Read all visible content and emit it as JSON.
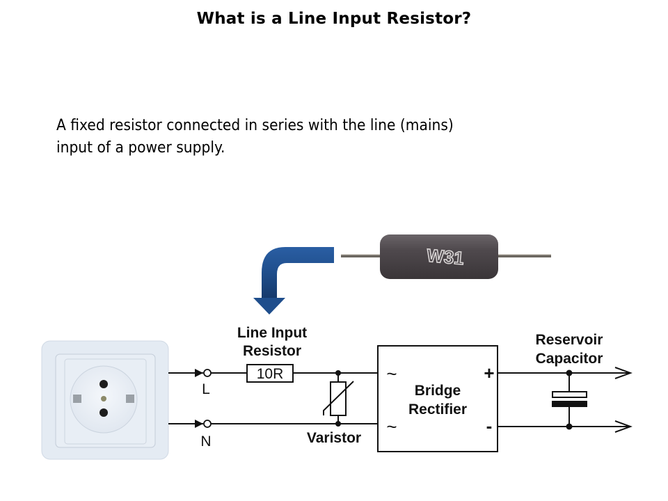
{
  "slide": {
    "title": "What is a Line Input Resistor?",
    "body_lines": [
      "A fixed resistor connected in series with the line (mains)",
      "input of a power supply."
    ]
  },
  "photo": {
    "resistor_marking": "W31",
    "arrow_color": "#1f4e8c"
  },
  "circuit": {
    "terminal_line": "L",
    "terminal_neutral": "N",
    "line_input_resistor_label": [
      "Line Input",
      "Resistor"
    ],
    "resistor_value": "10R",
    "varistor_label": "Varistor",
    "rectifier_label": [
      "Bridge",
      "Rectifier"
    ],
    "ac_symbol": "~",
    "plus_symbol": "+",
    "minus_symbol": "-",
    "capacitor_label": [
      "Reservoir",
      "Capacitor"
    ]
  }
}
